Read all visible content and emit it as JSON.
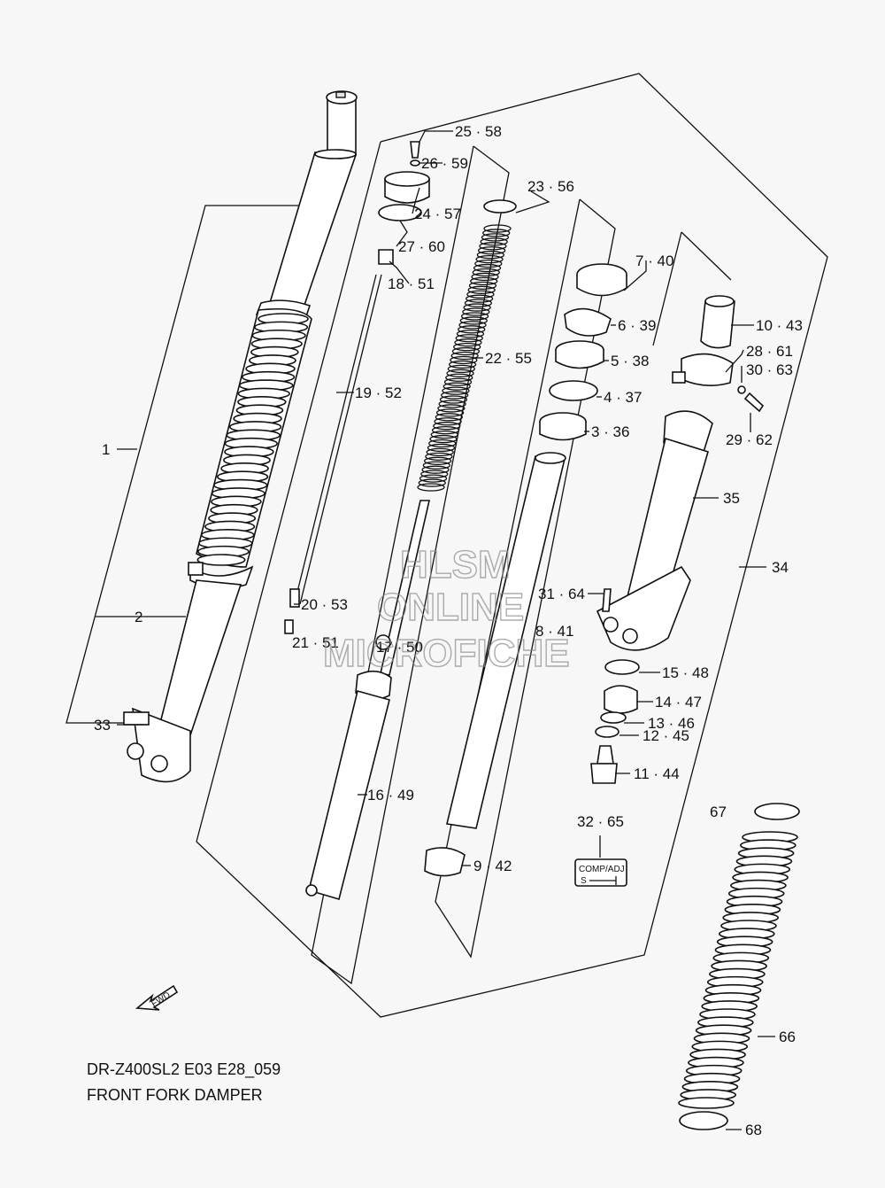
{
  "title": {
    "model_code": "DR-Z400SL2 E03 E28_059",
    "section": "FRONT FORK DAMPER"
  },
  "watermark": [
    "HLSM",
    "ONLINE",
    "MICROFICHE"
  ],
  "fwd_arrow": {
    "label": "FWD",
    "icon": "fwd-arrow-icon"
  },
  "comp_adj_tag": {
    "line1": "COMP/ADJ",
    "line2": "S"
  },
  "callouts": [
    {
      "id": "1",
      "text": "1"
    },
    {
      "id": "2",
      "text": "2"
    },
    {
      "id": "33",
      "text": "33"
    },
    {
      "id": "25-58",
      "text": "25 · 58"
    },
    {
      "id": "26-59",
      "text": "26 · 59"
    },
    {
      "id": "24-57",
      "text": "24 · 57"
    },
    {
      "id": "27-60",
      "text": "27 · 60"
    },
    {
      "id": "18-51",
      "text": "18 · 51"
    },
    {
      "id": "19-52",
      "text": "19 · 52"
    },
    {
      "id": "20-53",
      "text": "20 · 53"
    },
    {
      "id": "21-51",
      "text": "21 · 51"
    },
    {
      "id": "17-50",
      "text": "17 · 50"
    },
    {
      "id": "16-49",
      "text": "16 · 49"
    },
    {
      "id": "23-56",
      "text": "23 · 56"
    },
    {
      "id": "22-55",
      "text": "22 · 55"
    },
    {
      "id": "7-40",
      "text": "7 · 40"
    },
    {
      "id": "6-39",
      "text": "6 · 39"
    },
    {
      "id": "5-38",
      "text": "5 · 38"
    },
    {
      "id": "4-37",
      "text": "4 · 37"
    },
    {
      "id": "3-36",
      "text": "3 · 36"
    },
    {
      "id": "8-41",
      "text": "8 · 41"
    },
    {
      "id": "9-42",
      "text": "9 · 42"
    },
    {
      "id": "10-43",
      "text": "10 · 43"
    },
    {
      "id": "28-61",
      "text": "28 · 61"
    },
    {
      "id": "30-63",
      "text": "30 · 63"
    },
    {
      "id": "29-62",
      "text": "29 · 62"
    },
    {
      "id": "35",
      "text": "35"
    },
    {
      "id": "34",
      "text": "34"
    },
    {
      "id": "31-64",
      "text": "31 · 64"
    },
    {
      "id": "15-48",
      "text": "15 · 48"
    },
    {
      "id": "14-47",
      "text": "14 · 47"
    },
    {
      "id": "13-46",
      "text": "13 · 46"
    },
    {
      "id": "12-45",
      "text": "12 · 45"
    },
    {
      "id": "11-44",
      "text": "11 · 44"
    },
    {
      "id": "32-65",
      "text": "32 · 65"
    },
    {
      "id": "67",
      "text": "67"
    },
    {
      "id": "66",
      "text": "66"
    },
    {
      "id": "68",
      "text": "68"
    }
  ]
}
